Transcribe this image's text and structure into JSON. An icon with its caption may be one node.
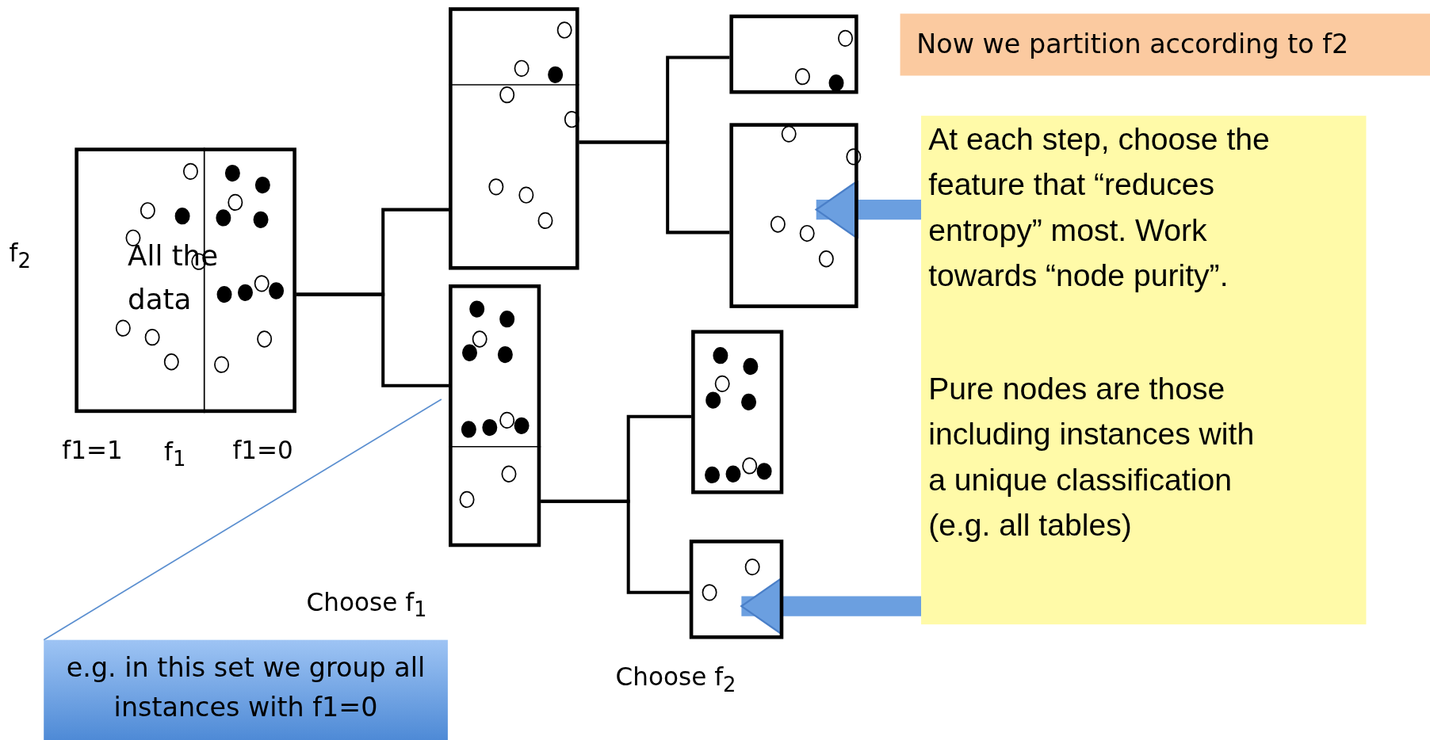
{
  "diagram": {
    "nodes": [
      {
        "text": [
          "All the data"
        ]
      },
      {
        "text": [],
        "shape": "box"
      },
      {
        "text": [],
        "shape": "box"
      },
      {
        "text": [],
        "shape": "box"
      },
      {
        "text": [],
        "shape": "box"
      },
      {
        "text": [],
        "shape": "box"
      },
      {
        "text": [],
        "shape": "box"
      },
      {
        "text": [
          "Now we partition according to f2"
        ]
      },
      {
        "text": [
          "At each step, choose the feature that “reduces entropy” most. Work towards “node purity”.",
          "Pure nodes are those including instances with a unique classification (e.g. all tables)"
        ]
      },
      {
        "text": [
          "e.g. in this set we group all instances with f1=0"
        ]
      }
    ],
    "edges": [
      {
        "from": 0,
        "to": 1,
        "arrow": "none"
      },
      {
        "from": 0,
        "to": 2,
        "arrow": "none"
      },
      {
        "from": 1,
        "to": 3,
        "arrow": "none"
      },
      {
        "from": 1,
        "to": 4,
        "arrow": "none"
      },
      {
        "from": 2,
        "to": 5,
        "arrow": "none"
      },
      {
        "from": 2,
        "to": 6,
        "arrow": "none"
      },
      {
        "from": 8,
        "to": 4,
        "arrow": "to",
        "style": "thick",
        "color": "#6b9fe0"
      },
      {
        "from": 8,
        "to": 6,
        "arrow": "to",
        "style": "thick",
        "color": "#6b9fe0"
      },
      {
        "from": 9,
        "to": 2,
        "arrow": "none",
        "color": "#5b8fd0"
      }
    ],
    "labels": [
      "f$_{2}$",
      "f1=1",
      "f$_{1}$",
      "f1=0",
      "Choose f$_{1}$",
      "Choose f$_{2}$"
    ]
  }
}
